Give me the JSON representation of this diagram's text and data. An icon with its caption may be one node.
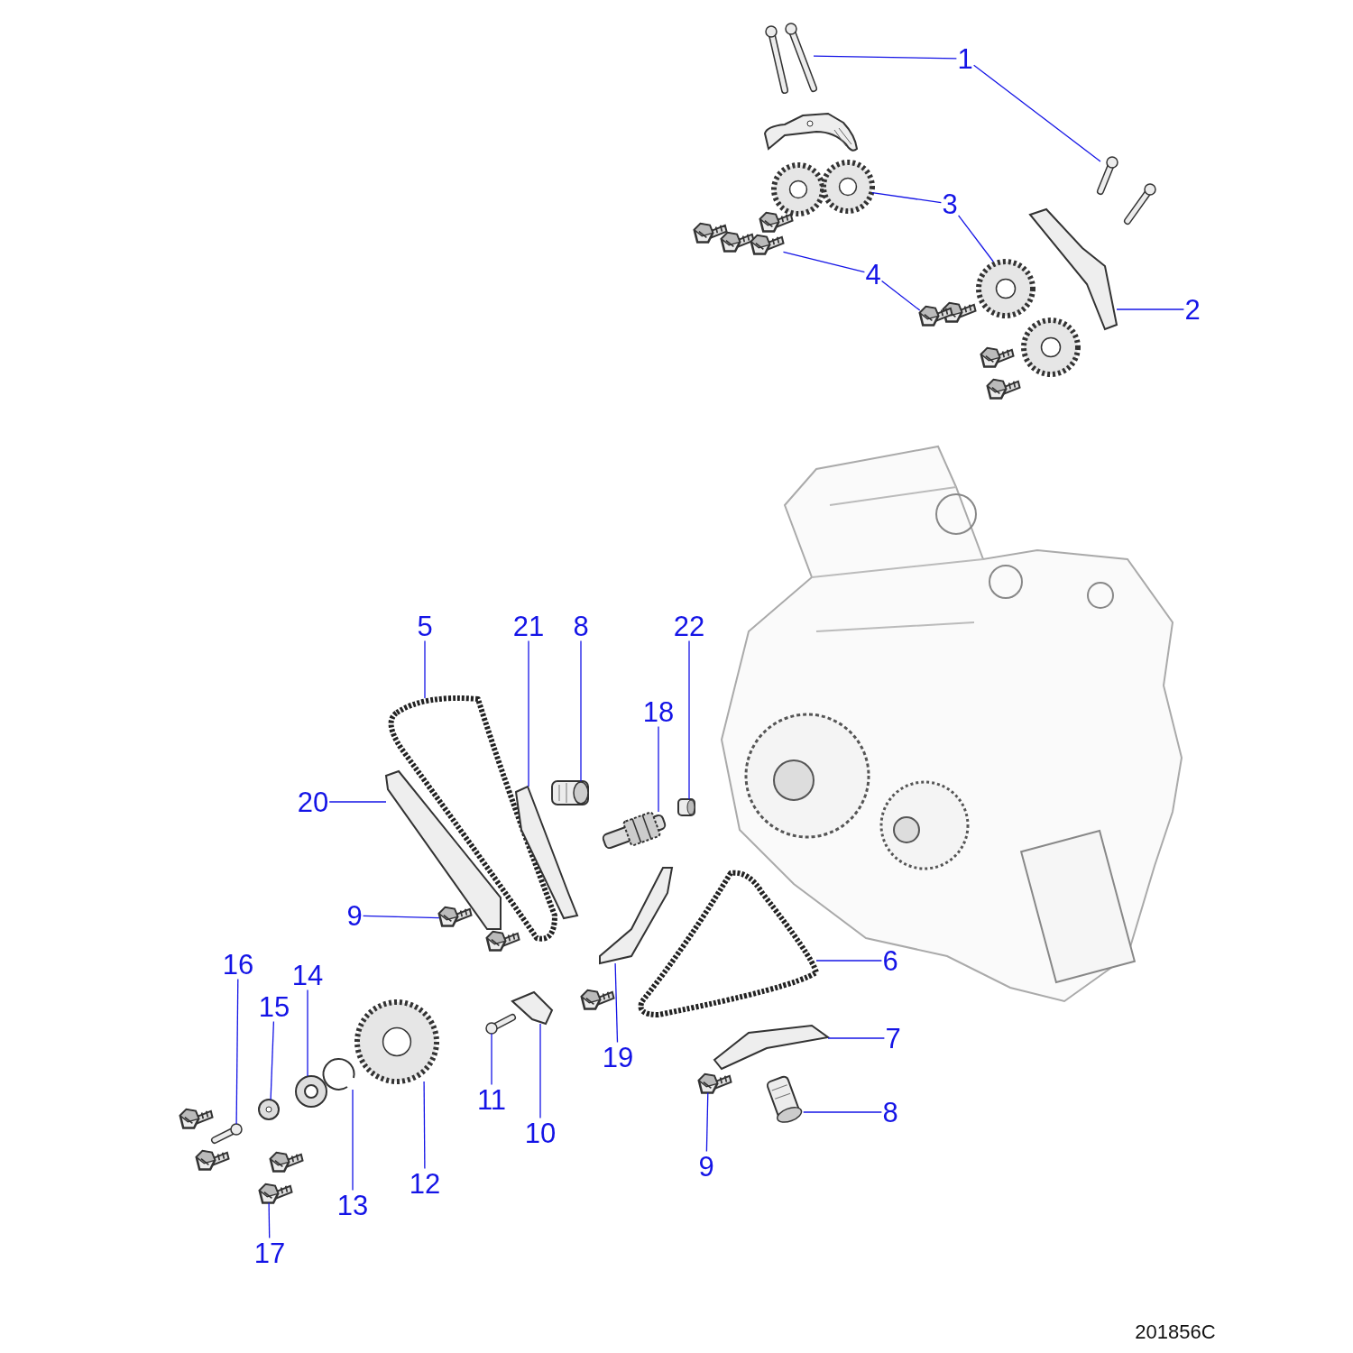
{
  "diagram": {
    "nodes": [
      {
        "text": [
          "1"
        ]
      },
      {
        "text": [
          "3"
        ]
      },
      {
        "text": [
          "4"
        ]
      },
      {
        "text": [
          "2"
        ]
      },
      {
        "text": [
          "5"
        ]
      },
      {
        "text": [
          "21"
        ]
      },
      {
        "text": [
          "8"
        ]
      },
      {
        "text": [
          "22"
        ]
      },
      {
        "text": [
          "18"
        ]
      },
      {
        "text": [
          "20"
        ]
      },
      {
        "text": [
          "9"
        ]
      },
      {
        "text": [
          "6"
        ]
      },
      {
        "text": [
          "16"
        ]
      },
      {
        "text": [
          "14"
        ]
      },
      {
        "text": [
          "15"
        ]
      },
      {
        "text": [
          "19"
        ]
      },
      {
        "text": [
          "7"
        ]
      },
      {
        "text": [
          "11"
        ]
      },
      {
        "text": [
          "8"
        ]
      },
      {
        "text": [
          "10"
        ]
      },
      {
        "text": [
          "12"
        ]
      },
      {
        "text": [
          "9"
        ]
      },
      {
        "text": [
          "13"
        ]
      },
      {
        "text": [
          "17"
        ]
      },
      {
        "text": [],
        "shape": "picture"
      },
      {
        "text": [],
        "shape": "picture"
      },
      {
        "text": [],
        "shape": "picture"
      },
      {
        "text": [],
        "shape": "picture"
      },
      {
        "text": [],
        "shape": "picture"
      },
      {
        "text": [],
        "shape": "picture"
      },
      {
        "text": [],
        "shape": "picture"
      },
      {
        "text": [],
        "shape": "picture"
      },
      {
        "text": [],
        "shape": "picture"
      },
      {
        "text": [],
        "shape": "picture"
      },
      {
        "text": [],
        "shape": "picture"
      },
      {
        "text": [],
        "shape": "picture"
      },
      {
        "text": [],
        "shape": "picture"
      },
      {
        "text": [],
        "shape": "picture"
      },
      {
        "text": [],
        "shape": "picture"
      },
      {
        "text": [],
        "shape": "picture"
      },
      {
        "text": [],
        "shape": "picture"
      },
      {
        "text": [],
        "shape": "picture"
      },
      {
        "text": [],
        "shape": "picture"
      },
      {
        "text": [],
        "shape": "picture"
      },
      {
        "text": [],
        "shape": "picture"
      },
      {
        "text": [],
        "shape": "picture"
      },
      {
        "text": [],
        "shape": "picture"
      },
      {
        "text": [],
        "shape": "picture"
      },
      {
        "text": [],
        "shape": "picture"
      },
      {
        "text": [],
        "shape": "picture"
      },
      {
        "text": [],
        "shape": "picture"
      }
    ],
    "edges": [
      {
        "from": 0,
        "to": 24,
        "arrow": "none"
      },
      {
        "from": 0,
        "to": 25,
        "arrow": "none"
      },
      {
        "from": 1,
        "to": 26,
        "arrow": "none"
      },
      {
        "from": 1,
        "to": 27,
        "arrow": "none"
      },
      {
        "from": 2,
        "to": 28,
        "arrow": "none"
      },
      {
        "from": 2,
        "to": 29,
        "arrow": "none"
      },
      {
        "from": 3,
        "to": 30,
        "arrow": "none"
      },
      {
        "from": 4,
        "to": 31,
        "arrow": "none"
      },
      {
        "from": 5,
        "to": 32,
        "arrow": "none"
      },
      {
        "from": 6,
        "to": 33,
        "arrow": "none"
      },
      {
        "from": 7,
        "to": 34,
        "arrow": "none"
      },
      {
        "from": 8,
        "to": 35,
        "arrow": "none"
      },
      {
        "from": 9,
        "to": 36,
        "arrow": "none"
      },
      {
        "from": 10,
        "to": 37,
        "arrow": "none"
      },
      {
        "from": 11,
        "to": 38,
        "arrow": "none"
      },
      {
        "from": 12,
        "to": 39,
        "arrow": "none"
      },
      {
        "from": 13,
        "to": 40,
        "arrow": "none"
      },
      {
        "from": 14,
        "to": 41,
        "arrow": "none"
      },
      {
        "from": 15,
        "to": 42,
        "arrow": "none"
      },
      {
        "from": 16,
        "to": 43,
        "arrow": "none"
      },
      {
        "from": 17,
        "to": 44,
        "arrow": "none"
      },
      {
        "from": 18,
        "to": 45,
        "arrow": "none"
      },
      {
        "from": 19,
        "to": 46,
        "arrow": "none"
      },
      {
        "from": 20,
        "to": 47,
        "arrow": "none"
      },
      {
        "from": 21,
        "to": 48,
        "arrow": "none"
      },
      {
        "from": 22,
        "to": 49,
        "arrow": "none"
      },
      {
        "from": 23,
        "to": 50,
        "arrow": "none"
      }
    ],
    "labels": [
      "201856C"
    ]
  }
}
